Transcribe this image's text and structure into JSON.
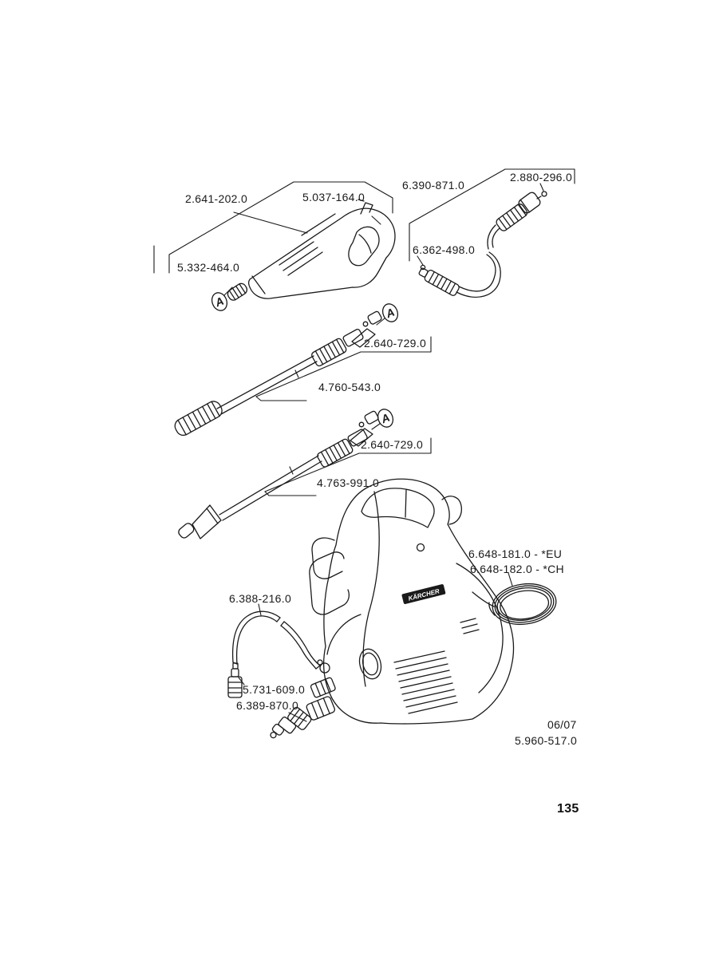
{
  "page": {
    "background": "#ffffff",
    "ink_color": "#1a1a1a",
    "date_code": "06/07",
    "document_number": "5.960-517.0",
    "page_number": "135"
  },
  "diagram": {
    "brand": "KÄRCHER",
    "detail_marker": "A",
    "parts": [
      {
        "id": "trigger-gun-assembly",
        "label": "2.641-202.0"
      },
      {
        "id": "trigger-gun-clip",
        "label": "5.037-164.0"
      },
      {
        "id": "high-pressure-hose",
        "label": "6.390-871.0"
      },
      {
        "id": "hose-nipple",
        "label": "2.880-296.0"
      },
      {
        "id": "hose-connector",
        "label": "6.362-498.0"
      },
      {
        "id": "gun-nozzle-insert",
        "label": "5.332-464.0"
      },
      {
        "id": "lance-coupling-1",
        "label": "2.640-729.0"
      },
      {
        "id": "spray-lance",
        "label": "4.760-543.0"
      },
      {
        "id": "lance-coupling-2",
        "label": "2.640-729.0"
      },
      {
        "id": "dirt-blaster-lance",
        "label": "4.763-991.0"
      },
      {
        "id": "power-cord-eu",
        "label": "6.648-181.0 - *EU"
      },
      {
        "id": "power-cord-ch",
        "label": "6.648-182.0 - *CH"
      },
      {
        "id": "water-suction-hose",
        "label": "6.388-216.0"
      },
      {
        "id": "water-filter",
        "label": "5.731-609.0"
      },
      {
        "id": "hose-coupling",
        "label": "6.389-870.0"
      }
    ]
  }
}
